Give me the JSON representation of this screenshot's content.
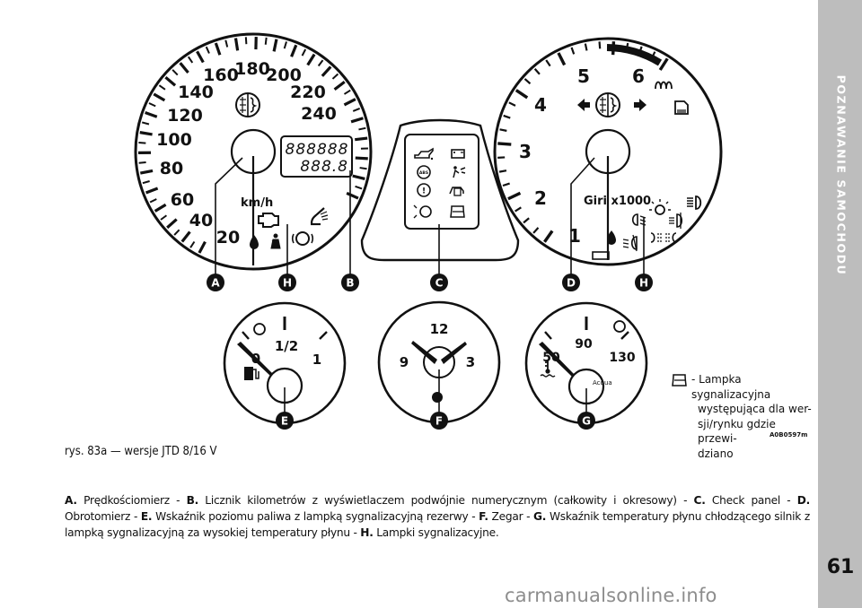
{
  "section_title": "POZNAWANIE SAMOCHODU",
  "page_number": "61",
  "speedometer": {
    "labels": [
      "20",
      "40",
      "60",
      "80",
      "100",
      "120",
      "140",
      "160",
      "180",
      "200",
      "220",
      "240"
    ],
    "unit": "km/h",
    "odometer_total": "888888",
    "odometer_trip": "888.8"
  },
  "tachometer": {
    "labels": [
      "1",
      "2",
      "3",
      "4",
      "5",
      "6"
    ],
    "unit": "Giri x1000"
  },
  "fuel_gauge": {
    "labels": [
      "0",
      "1/2",
      "1"
    ]
  },
  "clock": {
    "labels": [
      "12",
      "3",
      "9"
    ]
  },
  "temperature_gauge": {
    "labels": [
      "50",
      "90",
      "130"
    ],
    "unit": "Acqua"
  },
  "callouts": [
    "A",
    "H",
    "B",
    "C",
    "D",
    "H",
    "E",
    "F",
    "G"
  ],
  "figure_caption": "rys. 83a — wersje JTD 8/16 V",
  "figure_code": "A0B0597m",
  "note": {
    "line1": "- Lampka sygnalizacyjna",
    "line2": "występująca dla wer-",
    "line3": "sji/rynku gdzie przewi-",
    "line4": "dziano"
  },
  "description": {
    "a_key": "A.",
    "a_text": " Prędkościomierz - ",
    "b_key": "B.",
    "b_text": " Licznik kilometrów z wyświetlaczem podwójnie numerycznym (całkowity i okresowy) - ",
    "c_key": "C.",
    "c_text": " Check panel - ",
    "d_key": "D.",
    "d_text": " Obrotomierz - ",
    "e_key": "E.",
    "e_text": " Wskaźnik poziomu paliwa z lampką sygnalizacyjną rezerwy - ",
    "f_key": "F.",
    "f_text": " Zegar - ",
    "g_key": "G.",
    "g_text": " Wskaźnik temperatury płynu chłodzącego silnik z lampką sygnalizacyjną za wysokiej temperatury płynu - ",
    "h_key": "H.",
    "h_text": " Lampki sygnalizacyjne."
  },
  "watermark": "carmanualsonline.info"
}
